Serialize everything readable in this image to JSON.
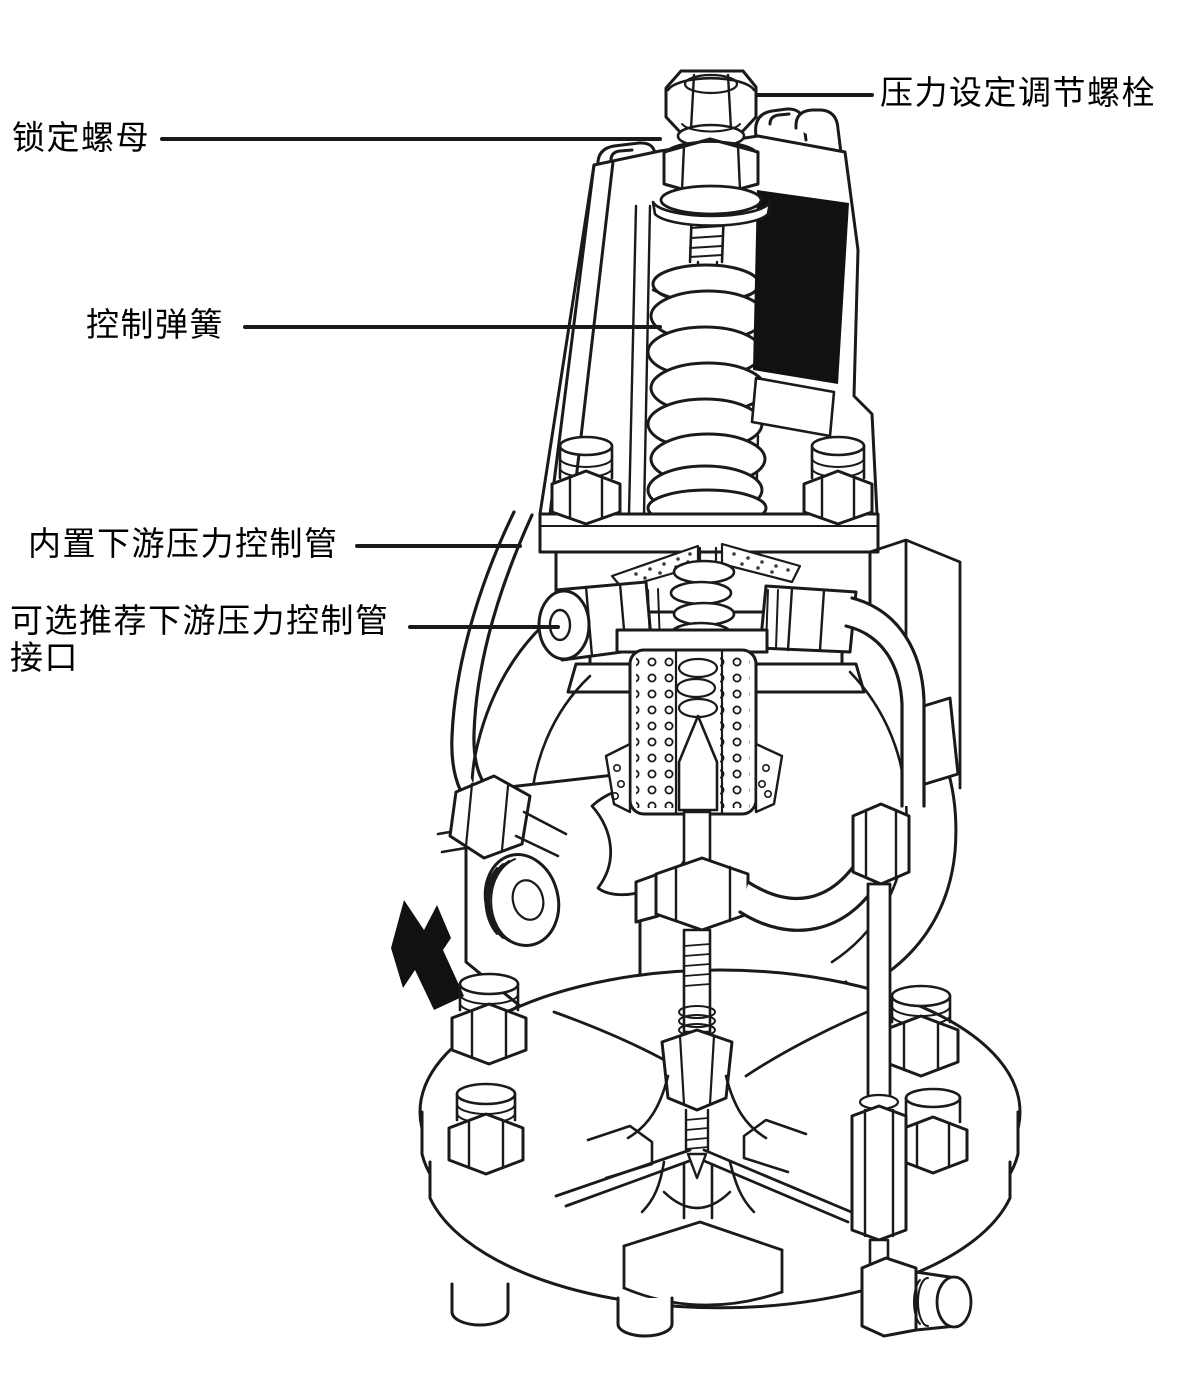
{
  "diagram": {
    "type": "valve-cutaway-technical-drawing",
    "colors": {
      "line": "#1a1a1a",
      "background": "#ffffff",
      "label_plate": "#111111",
      "arrow_fill": "#111111"
    },
    "labels": {
      "adjustment_bolt": "压力设定调节螺栓",
      "lock_nut": "锁定螺母",
      "control_spring": "控制弹簧",
      "internal_downstream_control_pipe": "内置下游压力控制管",
      "optional_downstream_port_line1": "可选推荐下游压力控制管",
      "optional_downstream_port_line2": "接口"
    }
  }
}
